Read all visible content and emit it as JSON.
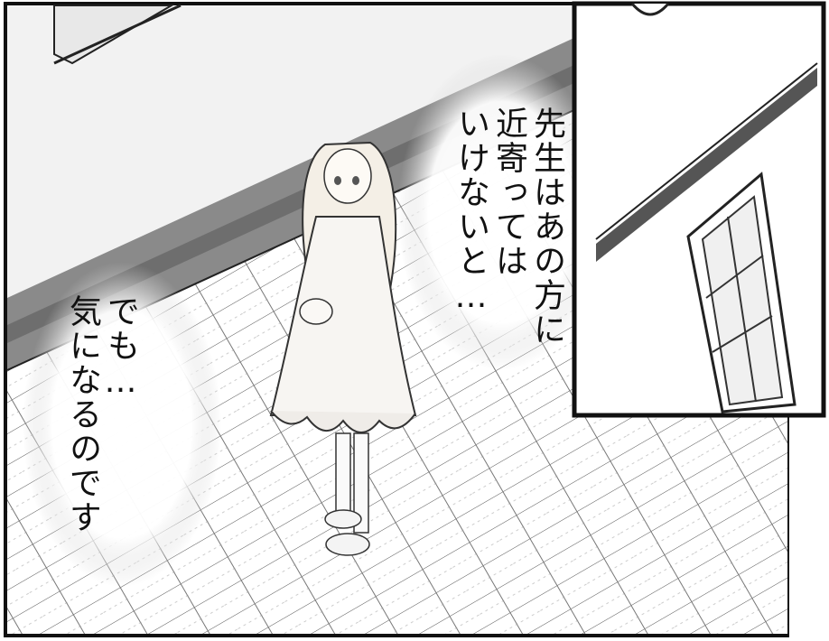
{
  "bubble_right": {
    "lines": [
      "先生はあの方に",
      "近寄っては",
      "いけないと…"
    ]
  },
  "bubble_left": {
    "lines": [
      "でも…",
      "気になるのです"
    ]
  }
}
